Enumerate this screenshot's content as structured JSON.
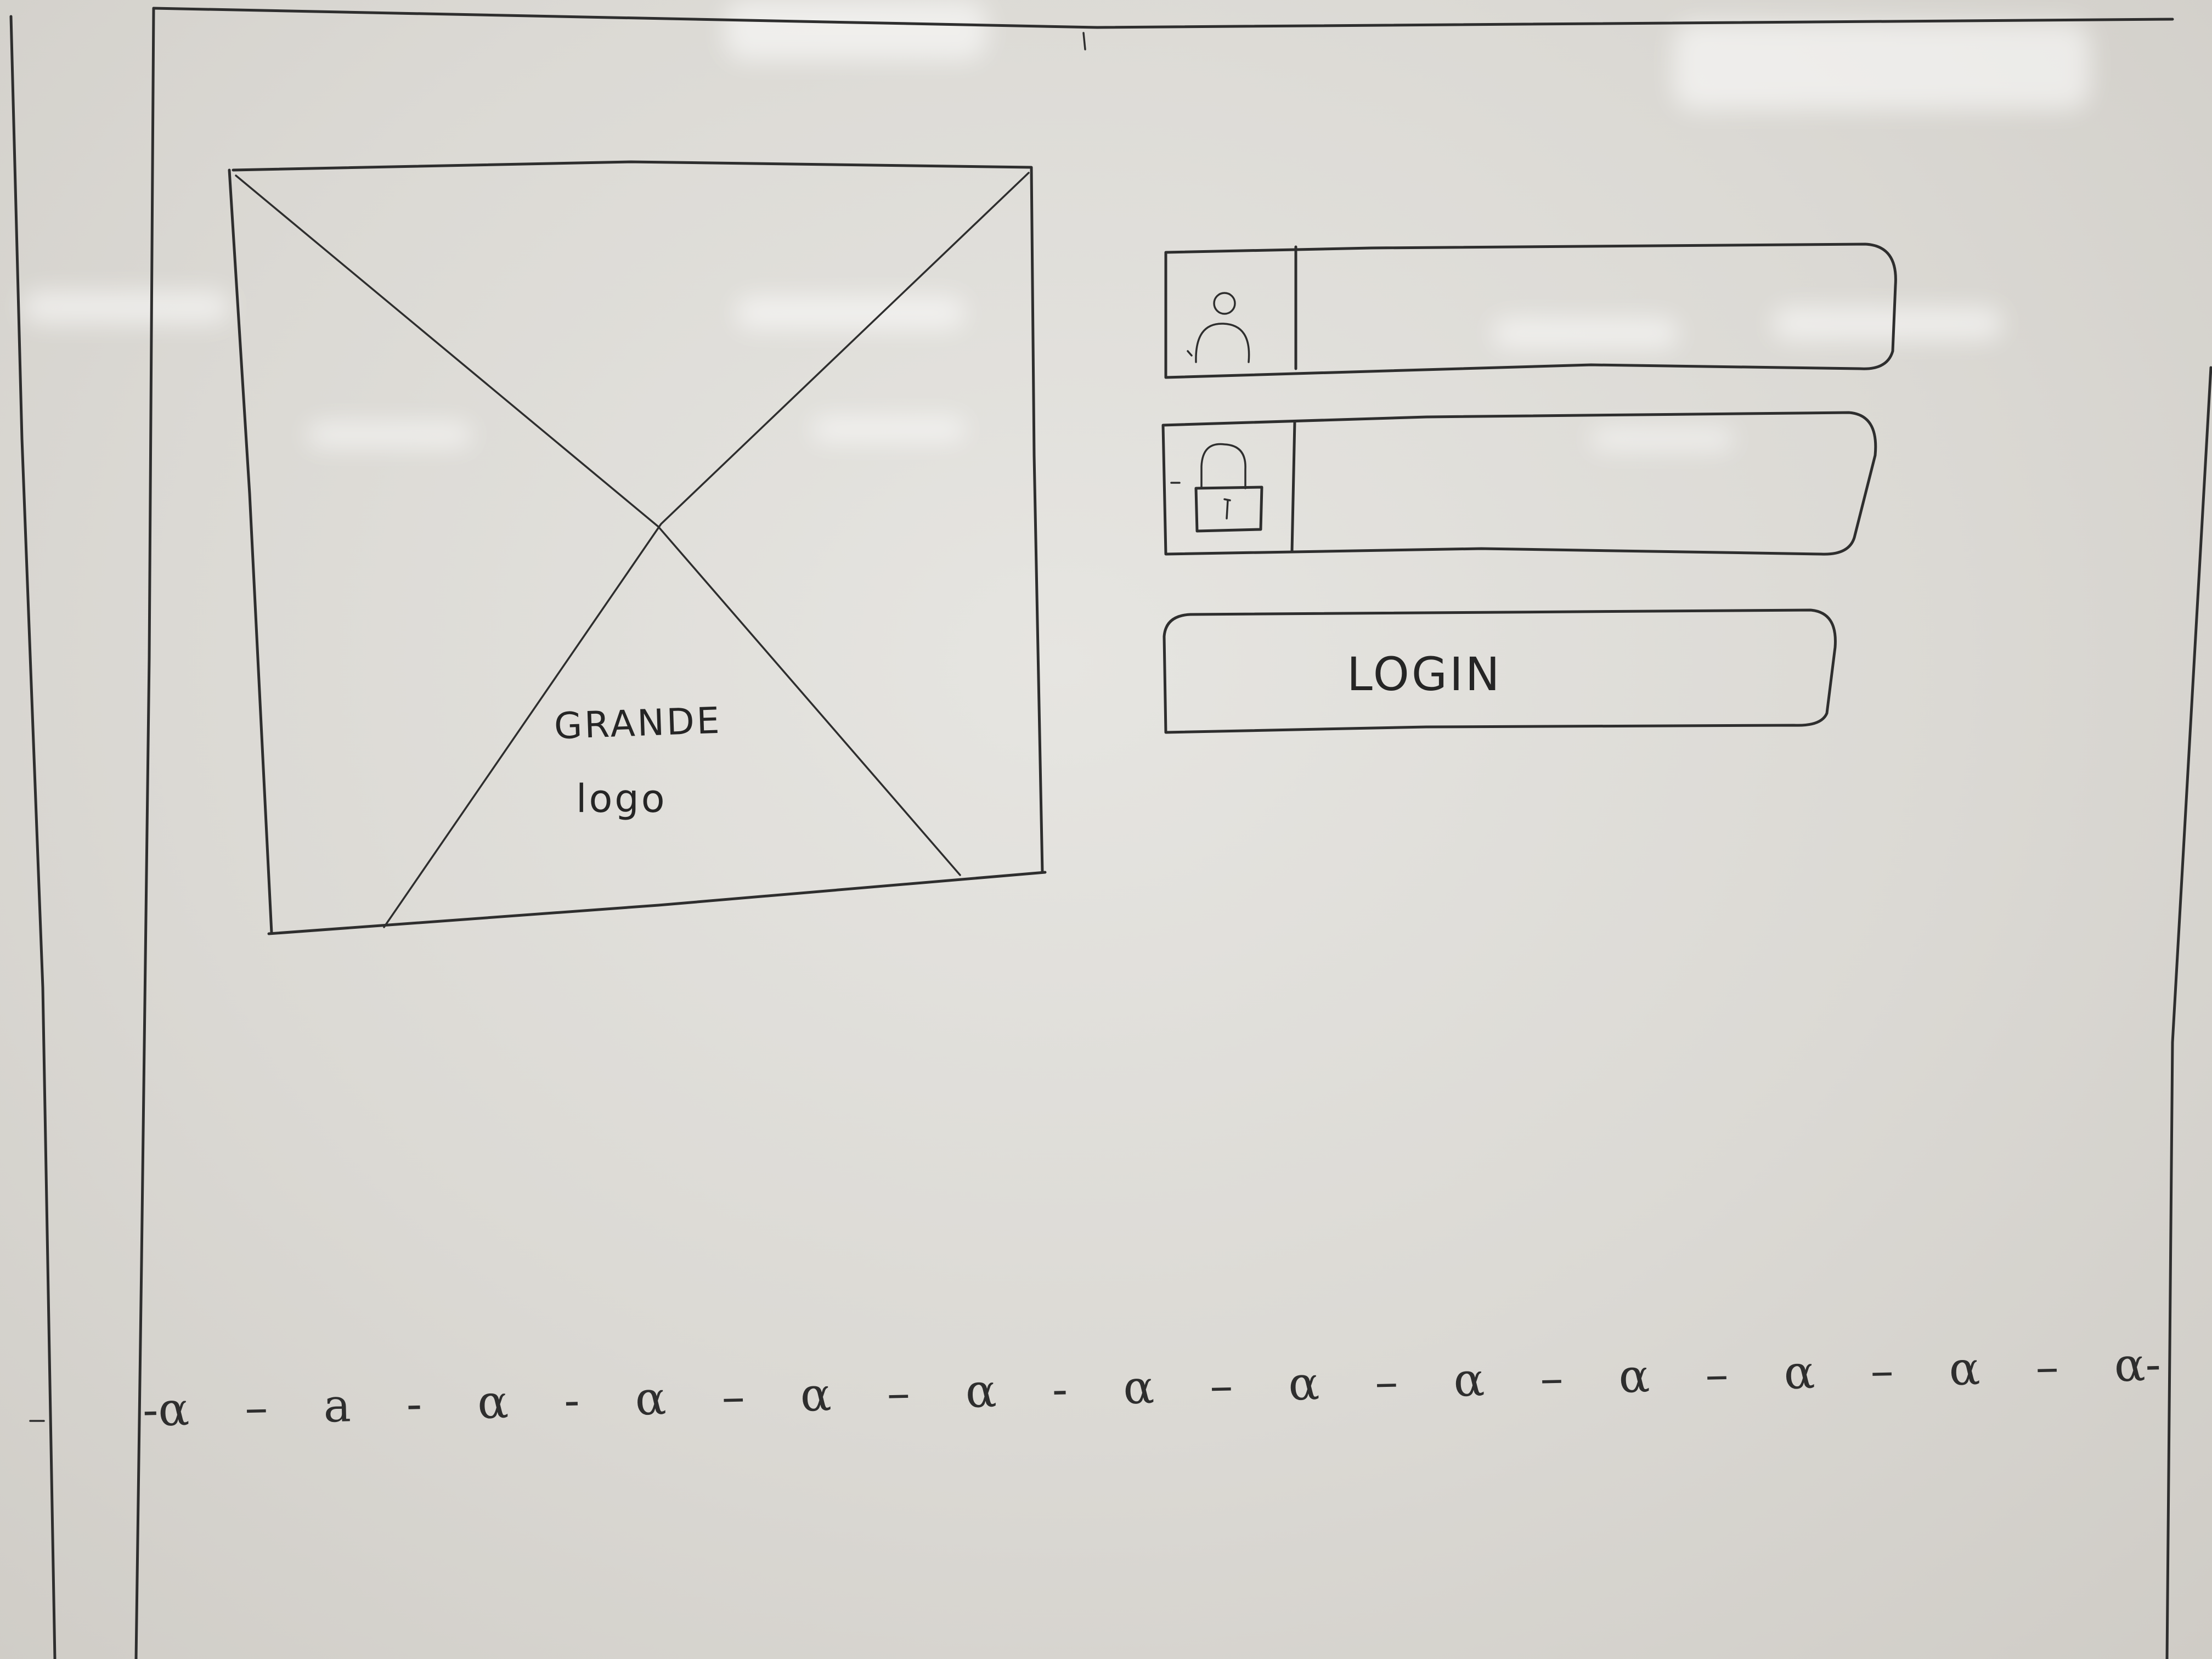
{
  "logo_placeholder": {
    "line1": "GRANDE",
    "line2": "logo"
  },
  "login_form": {
    "username_icon": "user-icon",
    "password_icon": "lock-icon",
    "button_label": "LOGIN"
  },
  "fold_marker": {
    "glyphs": [
      "-α",
      "–",
      "a",
      "-",
      "α",
      "-",
      "α",
      "–",
      "α",
      "–",
      "α",
      "-",
      "α",
      "–",
      "α",
      "–",
      "α",
      "–",
      "α",
      "–",
      "α",
      "–",
      "α",
      "–",
      "α-"
    ]
  }
}
